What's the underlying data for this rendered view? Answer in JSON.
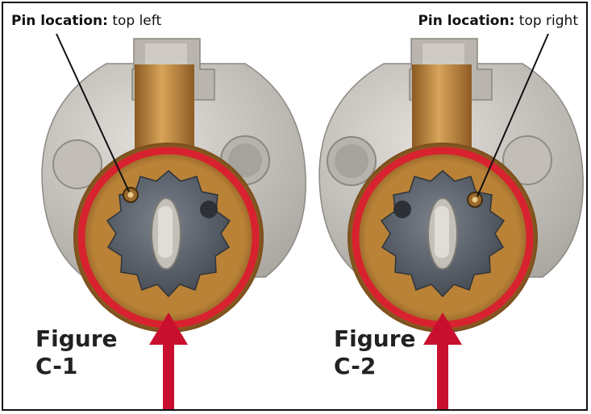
{
  "figures": [
    {
      "pin_label_key": "Pin location:",
      "pin_label_value": "top left",
      "figure_word": "Figure",
      "figure_number": "C-1"
    },
    {
      "pin_label_key": "Pin location:",
      "pin_label_value": "top right",
      "figure_word": "Figure",
      "figure_number": "C-2"
    }
  ],
  "colors": {
    "highlight_ring": "#d8222f",
    "arrow": "#c8102e",
    "brass": "#c08a3e",
    "steel_plate": "#c9c6c0",
    "core": "#5f6670",
    "frame_border": "#111111"
  }
}
